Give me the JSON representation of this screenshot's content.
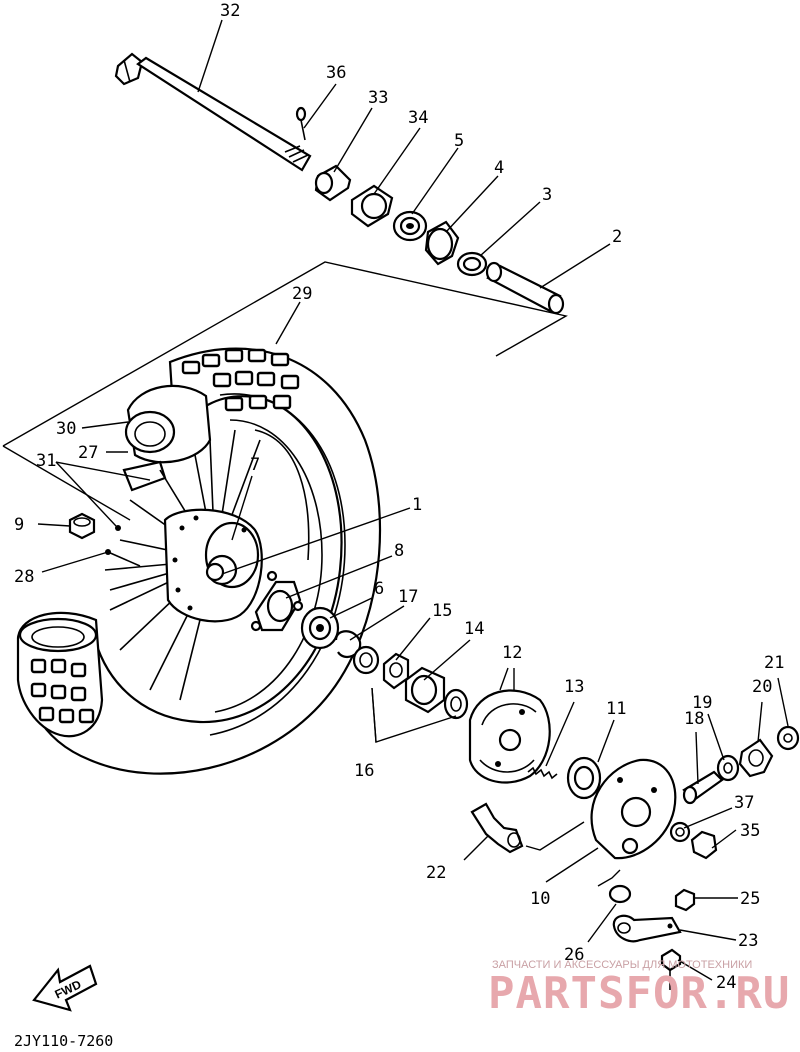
{
  "diagram": {
    "figure_code": "2JY110-7260",
    "fwd_label": "FWD",
    "watermark": {
      "caption": "ЗАПЧАСТИ И АКСЕССУАРЫ ДЛЯ МОТОТЕХНИКИ",
      "brand": "PARTSFOR.RU"
    },
    "callouts": {
      "c1": "1",
      "c2": "2",
      "c3": "3",
      "c4": "4",
      "c5": "5",
      "c6": "6",
      "c7": "7",
      "c8": "8",
      "c9": "9",
      "c10": "10",
      "c11": "11",
      "c12": "12",
      "c13": "13",
      "c14": "14",
      "c15": "15",
      "c16": "16",
      "c17": "17",
      "c18": "18",
      "c19": "19",
      "c20": "20",
      "c21": "21",
      "c22": "22",
      "c23": "23",
      "c24": "24",
      "c25": "25",
      "c26": "26",
      "c27": "27",
      "c28": "28",
      "c29": "29",
      "c30": "30",
      "c31": "31",
      "c32": "32",
      "c33": "33",
      "c34": "34",
      "c35": "35",
      "c36": "36",
      "c37": "37"
    }
  }
}
